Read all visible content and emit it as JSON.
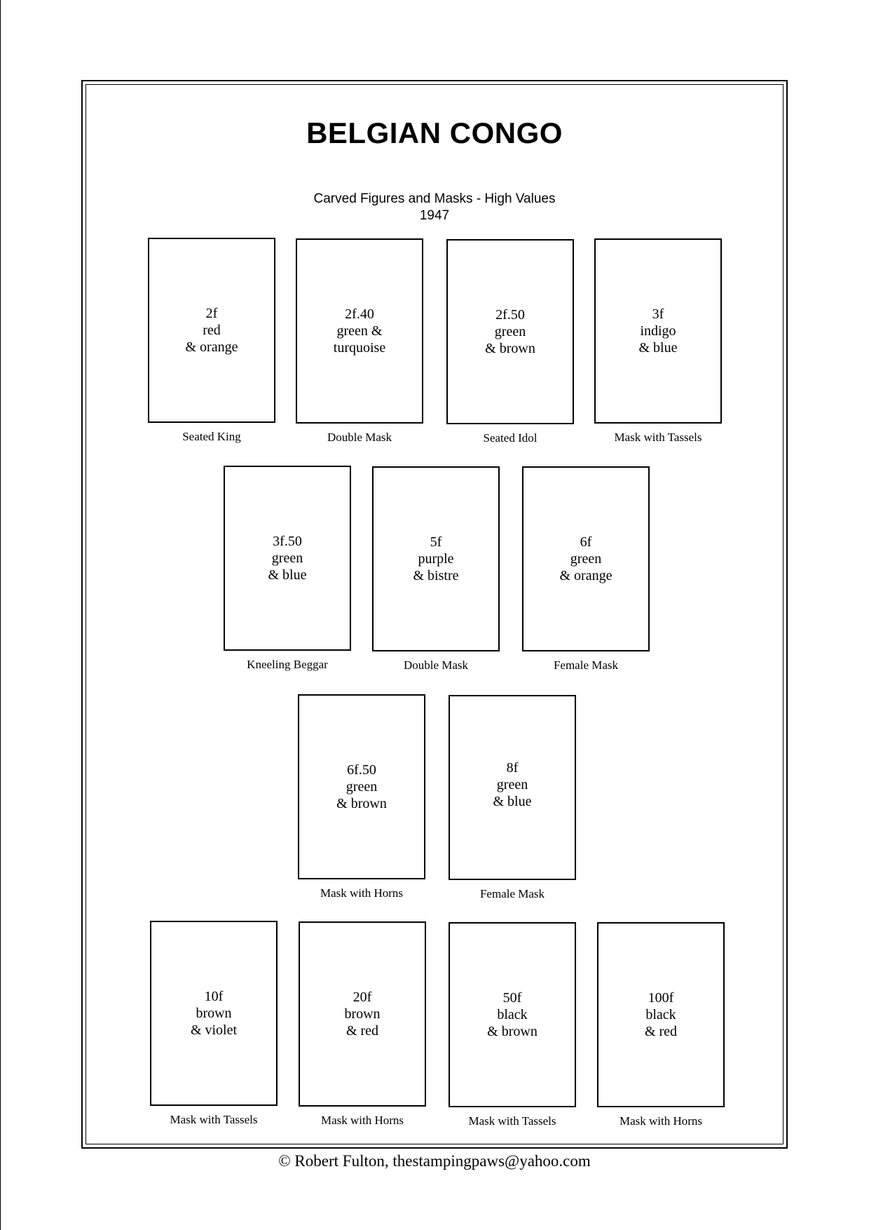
{
  "page": {
    "title": "BELGIAN CONGO",
    "subtitle_line1": "Carved Figures and Masks - High Values",
    "subtitle_line2": "1947",
    "footer": "© Robert Fulton, thestampingpaws@yahoo.com"
  },
  "stamps": [
    {
      "value": "2f",
      "color1": "red",
      "color2": "& orange",
      "caption": "Seated King"
    },
    {
      "value": "2f.40",
      "color1": "green &",
      "color2": "turquoise",
      "caption": "Double Mask"
    },
    {
      "value": "2f.50",
      "color1": "green",
      "color2": "& brown",
      "caption": "Seated Idol"
    },
    {
      "value": "3f",
      "color1": "indigo",
      "color2": "& blue",
      "caption": "Mask with Tassels"
    },
    {
      "value": "3f.50",
      "color1": "green",
      "color2": "& blue",
      "caption": "Kneeling Beggar"
    },
    {
      "value": "5f",
      "color1": "purple",
      "color2": "& bistre",
      "caption": "Double Mask"
    },
    {
      "value": "6f",
      "color1": "green",
      "color2": "& orange",
      "caption": "Female Mask"
    },
    {
      "value": "6f.50",
      "color1": "green",
      "color2": "& brown",
      "caption": "Mask with Horns"
    },
    {
      "value": "8f",
      "color1": "green",
      "color2": "& blue",
      "caption": "Female Mask"
    },
    {
      "value": "10f",
      "color1": "brown",
      "color2": "& violet",
      "caption": "Mask with Tassels"
    },
    {
      "value": "20f",
      "color1": "brown",
      "color2": "& red",
      "caption": "Mask with Horns"
    },
    {
      "value": "50f",
      "color1": "black",
      "color2": "& brown",
      "caption": "Mask with Tassels"
    },
    {
      "value": "100f",
      "color1": "black",
      "color2": "& red",
      "caption": "Mask with Horns"
    }
  ]
}
